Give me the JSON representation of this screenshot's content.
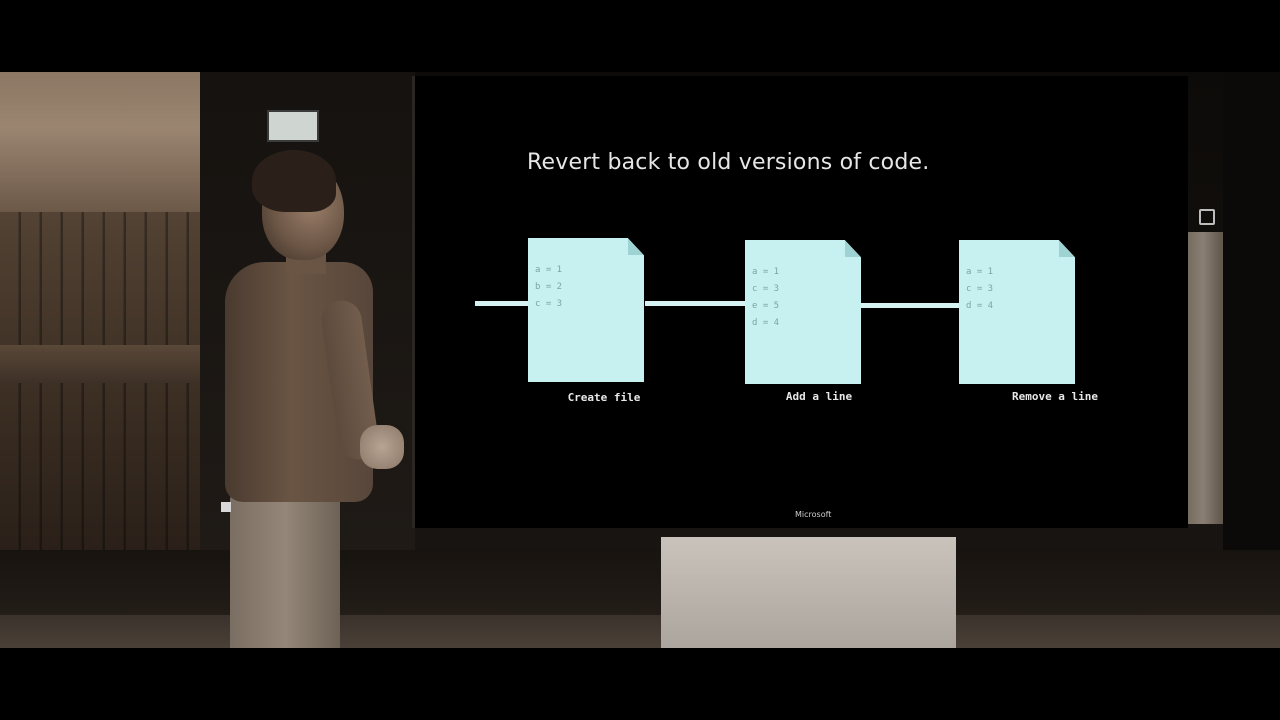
{
  "slide": {
    "title": "Revert back to old versions of code.",
    "brand": "Microsoft",
    "files": [
      {
        "caption": "Create file",
        "lines": [
          "a = 1",
          "b = 2",
          "c = 3"
        ]
      },
      {
        "caption": "Add a line",
        "lines": [
          "a = 1",
          "c = 3",
          "e = 5",
          "d = 4"
        ]
      },
      {
        "caption": "Remove a line",
        "lines": [
          "a = 1",
          "c = 3",
          "d = 4"
        ]
      }
    ]
  },
  "colors": {
    "file_fill": "#c7f1f1",
    "timeline": "#d6f3f3",
    "title_text": "#e6e6e6"
  }
}
